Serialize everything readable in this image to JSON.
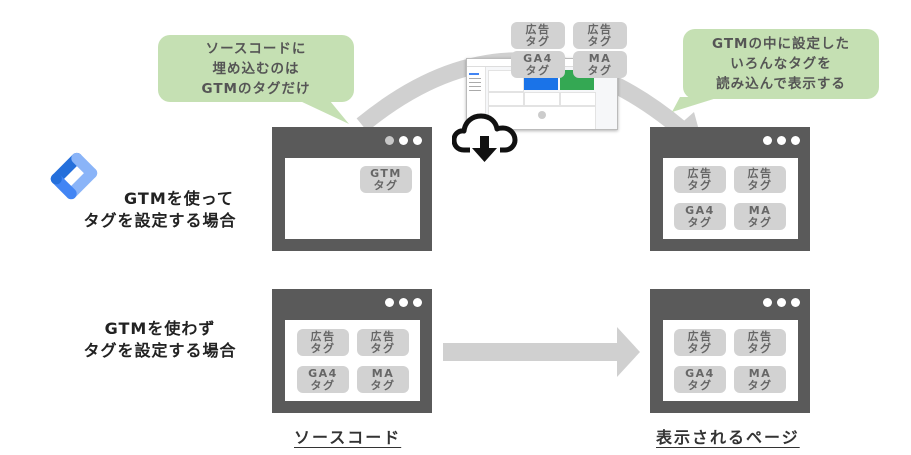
{
  "bubbles": {
    "left": {
      "lines": [
        "ソースコードに",
        "埋め込むのは",
        "GTMのタグだけ"
      ]
    },
    "right": {
      "lines": [
        "GTMの中に設定した",
        "いろんなタグを",
        "読み込んで表示する"
      ]
    }
  },
  "rows": {
    "with_gtm": {
      "lines": [
        "GTMを使って",
        "タグを設定する場合"
      ],
      "icon": "google-tag-manager-logo"
    },
    "without_gtm": {
      "lines": [
        "GTMを使わず",
        "タグを設定する場合"
      ]
    }
  },
  "tags": {
    "gtm": [
      "GTM",
      "タグ"
    ],
    "ad1": [
      "広告",
      "タグ"
    ],
    "ad2": [
      "広告",
      "タグ"
    ],
    "ga4": [
      "GA4",
      "タグ"
    ],
    "ma": [
      "MA",
      "タグ"
    ]
  },
  "captions": {
    "source": "ソースコード",
    "page": "表示されるページ"
  },
  "icons": {
    "cloud": "cloud-download-icon",
    "dots": "window-dots-icon"
  },
  "colors": {
    "bubble": "#c5e0b3",
    "window": "#5a5a5a",
    "chip": "#d2d2d2",
    "arrow": "#d0d0d0",
    "gtm_blue_light": "#8ab4f8",
    "gtm_blue": "#4285f4",
    "gtm_blue_dark": "#246fdb"
  }
}
